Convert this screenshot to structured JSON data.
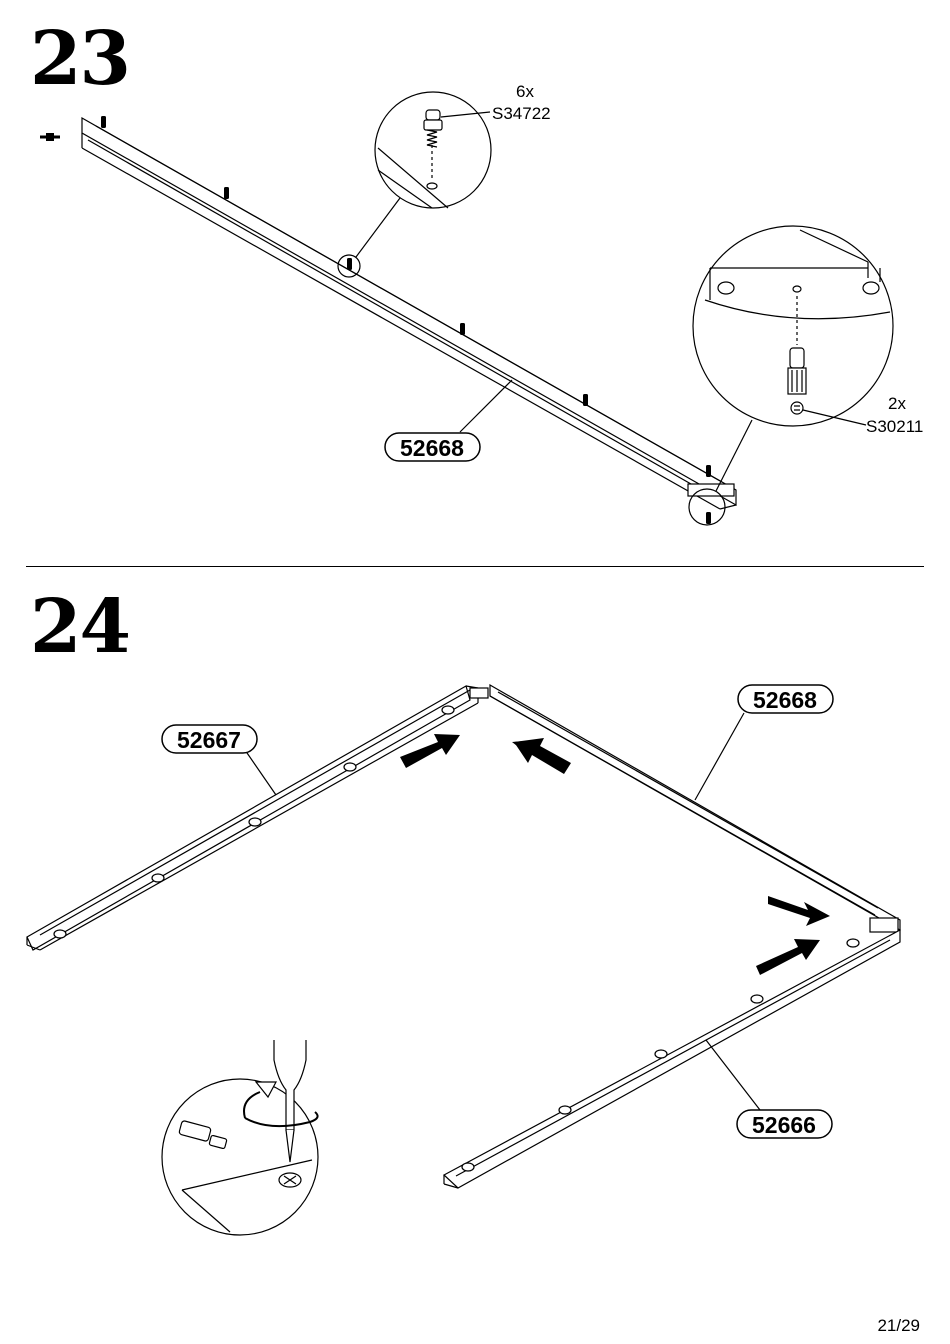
{
  "steps": [
    {
      "number": "23",
      "part_label": "52668",
      "hardware": [
        {
          "qty": "6x",
          "code": "S34722"
        },
        {
          "qty": "2x",
          "code": "S30211"
        }
      ]
    },
    {
      "number": "24",
      "parts": [
        "52667",
        "52668",
        "52666"
      ]
    }
  ],
  "page": "21/29"
}
